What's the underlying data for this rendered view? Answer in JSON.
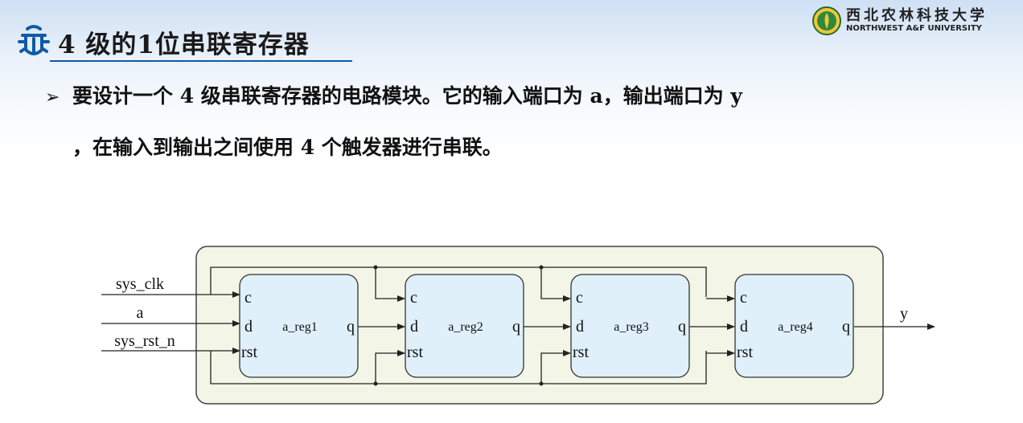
{
  "header": {
    "title": "4 级的1位串联寄存器",
    "title_icon": "bug-icon",
    "accent_color": "#0f5aa5"
  },
  "logo": {
    "name_cn": "西北农林科技大学",
    "name_en": "NORTHWEST A&F UNIVERSITY"
  },
  "body": {
    "bullet_line1": "要设计一个 4 级串联寄存器的电路模块。它的输入端口为 a，输出端口为 y",
    "bullet_line2": "，在输入到输出之间使用 4 个触发器进行串联。"
  },
  "diagram": {
    "inputs": [
      "sys_clk",
      "a",
      "sys_rst_n"
    ],
    "output": "y",
    "registers": [
      {
        "name": "a_reg1",
        "ports": {
          "c": "c",
          "d": "d",
          "rst": "rst",
          "q": "q"
        }
      },
      {
        "name": "a_reg2",
        "ports": {
          "c": "c",
          "d": "d",
          "rst": "rst",
          "q": "q"
        }
      },
      {
        "name": "a_reg3",
        "ports": {
          "c": "c",
          "d": "d",
          "rst": "rst",
          "q": "q"
        }
      },
      {
        "name": "a_reg4",
        "ports": {
          "c": "c",
          "d": "d",
          "rst": "rst",
          "q": "q"
        }
      }
    ],
    "colors": {
      "module_fill": "#f3f5e6",
      "register_fill": "#dff0fb",
      "stroke": "#333333"
    }
  }
}
